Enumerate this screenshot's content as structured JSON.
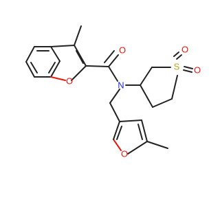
{
  "atoms": {
    "o_carbonyl": "O",
    "n_amide": "N",
    "o_benzofuran": "O",
    "s_sulfone": "S",
    "o_sulfone_top": "O",
    "o_sulfone_right": "O",
    "o_furan": "O"
  },
  "colors": {
    "bond": "#222222",
    "oxygen": "#e8180c",
    "nitrogen": "#1f2bd8",
    "sulfur": "#b8a41a"
  }
}
